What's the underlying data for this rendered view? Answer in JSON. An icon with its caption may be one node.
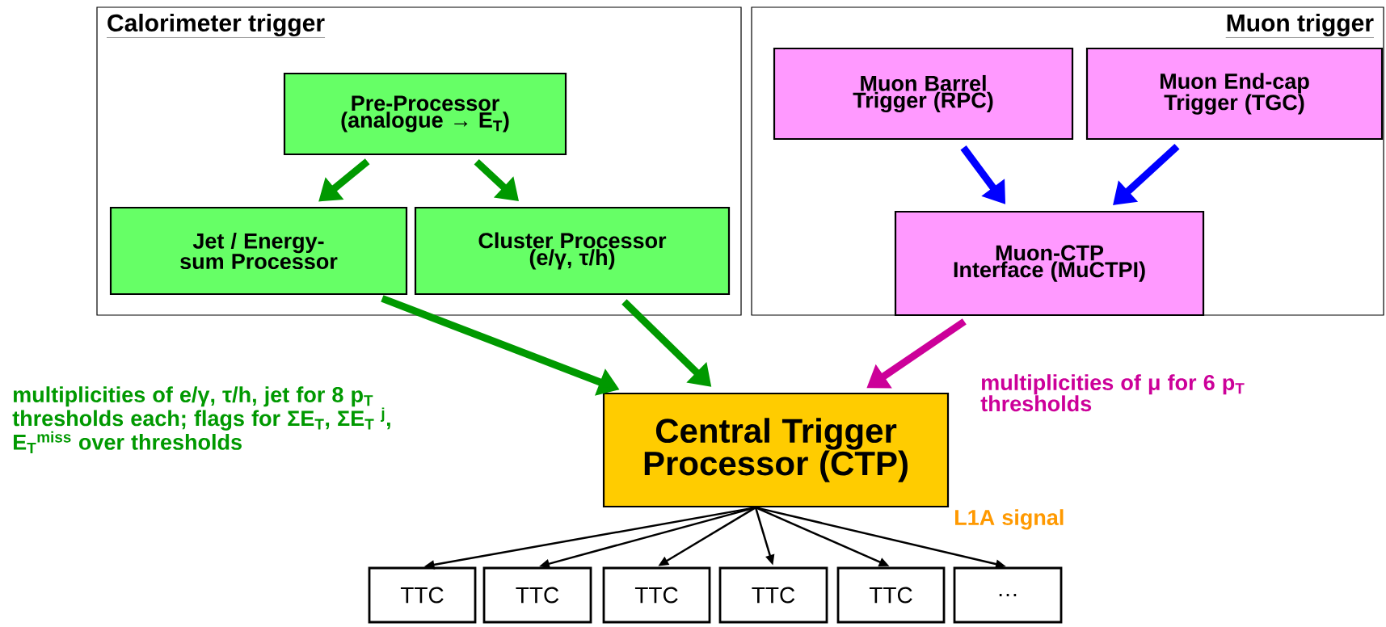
{
  "diagram": {
    "nodes": [
      {
        "text": [
          "Calorimeter trigger"
        ]
      },
      {
        "text": [
          "Pre-Processor (analogue → E$_{T}$)"
        ],
        "in": 0
      },
      {
        "text": [
          "Jet / Energy-sum Processor"
        ],
        "in": 0
      },
      {
        "text": [
          "Cluster Processor (e/γ, τ/h)"
        ],
        "in": 0
      },
      {
        "text": [
          "Muon trigger"
        ]
      },
      {
        "text": [
          "Muon Barrel Trigger (RPC)"
        ],
        "in": 4
      },
      {
        "text": [
          "Muon End-cap Trigger (TGC)"
        ],
        "in": 4
      },
      {
        "text": [
          "Muon-CTP Interface (MuCTPI)"
        ],
        "in": 4
      },
      {
        "text": [
          "Central Trigger Processor (CTP)"
        ]
      },
      {
        "text": [
          "TTC"
        ]
      },
      {
        "text": [
          "TTC"
        ]
      },
      {
        "text": [
          "TTC"
        ]
      },
      {
        "text": [
          "TTC"
        ]
      },
      {
        "text": [
          "TTC"
        ]
      },
      {
        "text": [
          "…"
        ]
      }
    ],
    "edges": [
      {
        "from": 1,
        "to": 2,
        "arrow": "to",
        "color": "#009900"
      },
      {
        "from": 1,
        "to": 3,
        "arrow": "to",
        "color": "#009900"
      },
      {
        "from": 5,
        "to": 7,
        "arrow": "to",
        "color": "#0000ff"
      },
      {
        "from": 6,
        "to": 7,
        "arrow": "to",
        "color": "#0000ff"
      },
      {
        "from": 2,
        "to": 8,
        "arrow": "to",
        "color": "#009900"
      },
      {
        "from": 3,
        "to": 8,
        "arrow": "to",
        "color": "#009900"
      },
      {
        "from": 7,
        "to": 8,
        "arrow": "to",
        "color": "#cc0099"
      },
      {
        "from": 8,
        "to": 9,
        "arrow": "to"
      },
      {
        "from": 8,
        "to": 10,
        "arrow": "to"
      },
      {
        "from": 8,
        "to": 11,
        "arrow": "to"
      },
      {
        "from": 8,
        "to": 12,
        "arrow": "to"
      },
      {
        "from": 8,
        "to": 13,
        "arrow": "to"
      },
      {
        "from": 8,
        "to": 14,
        "arrow": "to"
      }
    ],
    "labels": [
      "multiplicities of e/γ, τ/h, jet for 8 p$_{T}$ thresholds each; flags for ΣE$_{T}$, ΣE$_{T}$ $^{j}$, E$_{T}$$^{miss}$ over thresholds",
      "multiplicities of μ  for 6 p$_{T}$ thresholds",
      "L1A signal"
    ]
  }
}
